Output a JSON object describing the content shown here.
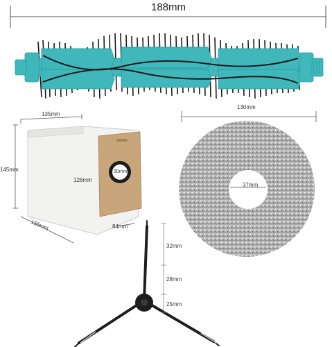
{
  "brush": {
    "length_label": "188mm",
    "colors": {
      "teal": "#3fb7bb",
      "bristle": "#1a1a1a"
    }
  },
  "dust_bag": {
    "width_label": "135mm",
    "height_label": "145mm",
    "depth_label": "155mm",
    "card_height_label": "126mm",
    "card_width_label": "84mm",
    "hole_label": "30mm",
    "colors": {
      "bag": "#f2f2f0",
      "card": "#c8a57a"
    }
  },
  "mop_pad": {
    "diameter_label": "130mm",
    "hole_label": "37mm",
    "colors": {
      "fiber": "#a8a8a8"
    }
  },
  "side_brush": {
    "arm_label_1": "32mm",
    "arm_label_2": "28mm",
    "arm_label_3": "25mm",
    "colors": {
      "arm": "#1e1e1e"
    }
  }
}
